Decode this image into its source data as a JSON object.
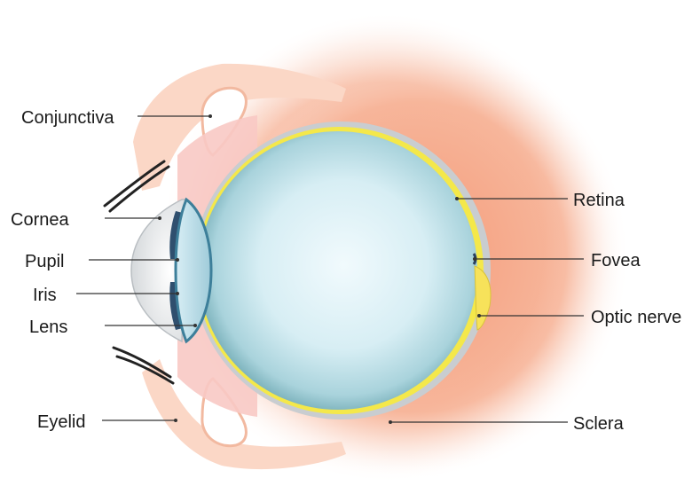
{
  "labels": {
    "conjunctiva": "Conjunctiva",
    "cornea": "Cornea",
    "pupil": "Pupil",
    "iris": "Iris",
    "lens": "Lens",
    "eyelid": "Eyelid",
    "retina": "Retina",
    "fovea": "Fovea",
    "optic_nerve": "Optic nerve",
    "sclera": "Sclera"
  },
  "colors": {
    "orbit_tissue": "#f6a98a",
    "orbit_glow": "#fde3d6",
    "eyelid_skin": "#fbd3c0",
    "sclera": "#c9cdd0",
    "retina": "#f4e84a",
    "vitreous_center": "#eaf7fb",
    "vitreous_edge": "#7fb9c2",
    "cornea": "#e3e6e8",
    "iris": "#2f4f6e",
    "lens": "#bfe3ef",
    "optic_nerve": "#f7e25a",
    "leader_line": "#333333"
  }
}
